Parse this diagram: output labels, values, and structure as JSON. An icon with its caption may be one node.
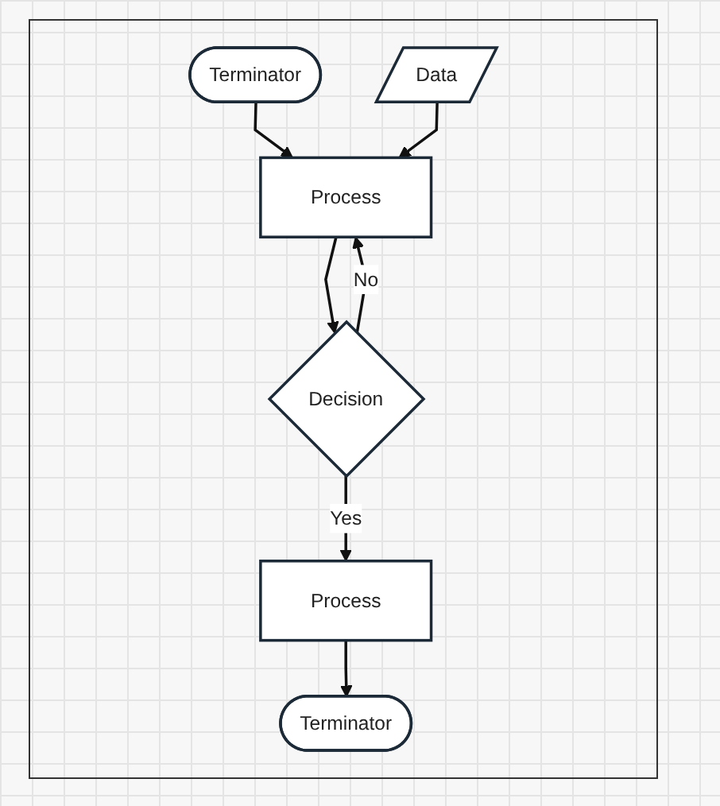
{
  "diagram": {
    "nodes": [
      {
        "text": [
          "Terminator"
        ]
      },
      {
        "text": [
          "Data"
        ]
      },
      {
        "text": [
          "Process"
        ]
      },
      {
        "text": [
          "Decision"
        ]
      },
      {
        "text": [
          "Process"
        ]
      },
      {
        "text": [
          "Terminator"
        ]
      }
    ],
    "edges": [
      {
        "from": 0,
        "to": 2,
        "arrow": "to"
      },
      {
        "from": 1,
        "to": 2,
        "arrow": "to"
      },
      {
        "from": 2,
        "to": 3,
        "arrow": "to"
      },
      {
        "from": 3,
        "to": 2,
        "arrow": "to",
        "label": "No"
      },
      {
        "from": 3,
        "to": 4,
        "arrow": "to",
        "label": "Yes"
      },
      {
        "from": 4,
        "to": 5,
        "arrow": "to"
      }
    ]
  }
}
